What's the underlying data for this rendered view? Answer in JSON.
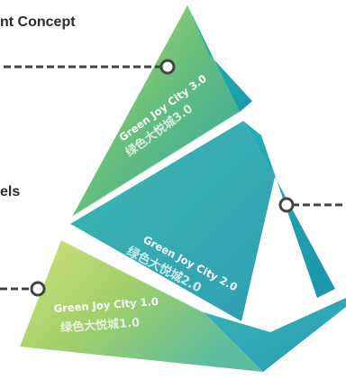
{
  "labels": {
    "top_heading": "nt Concept",
    "left_heading": "els"
  },
  "tiers": [
    {
      "en": "Green Joy City 3.0",
      "cn": "绿色大悦城3.0"
    },
    {
      "en": "Green Joy City 2.0",
      "cn": "绿色大悦城2.0"
    },
    {
      "en": "Green Joy City 1.0",
      "cn": "绿色大悦城1.0"
    }
  ],
  "colors": {
    "connector": "#444444",
    "top_green": "#7cc86a",
    "teal": "#2aa7b0",
    "light_green": "#a9d46c"
  }
}
